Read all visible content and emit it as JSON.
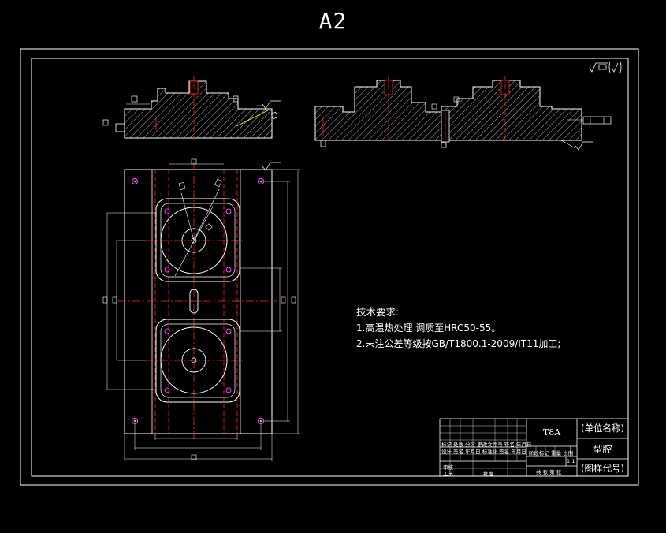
{
  "sheet": {
    "format": "A2"
  },
  "surface_symbol": "√▭(√)",
  "tech_requirements": {
    "heading": "技术要求:",
    "items": [
      "1.高温热处理 调质至HRC50-55。",
      "2.未注公差等级按GB/T1800.1-2009/IT11加工;"
    ]
  },
  "title_block": {
    "material": "T8A",
    "unit_name": "(单位名称)",
    "part_name": "型腔",
    "drawing_code": "(图样代号)",
    "scale": "1:1",
    "row_labels_1": "标记 处数 分区 更改文件号 签名 年月日",
    "row_labels_2": "设计 签名 年月日 标准化 签名 年月日",
    "stage_labels": "阶段标记 重量 比例",
    "checker": "审核",
    "craft": "工艺",
    "approve": "批准",
    "sheets": "共  张 第  张"
  },
  "colors": {
    "background": "#000000",
    "outline": "#ffffff",
    "centerline": "#ff2a2a",
    "magenta": "#ff40ff",
    "yellow": "#ffff40",
    "green": "#40ff40"
  }
}
